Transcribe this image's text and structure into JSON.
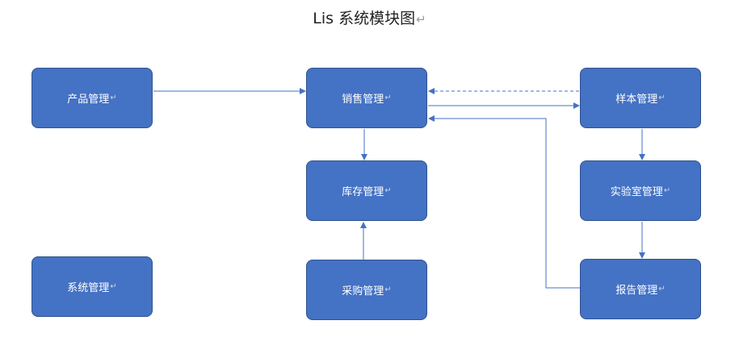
{
  "diagram": {
    "title": "Lis 系统模块图",
    "return_mark": "↵",
    "colors": {
      "node_fill": "#4472c4",
      "node_border": "#2f528f",
      "edge": "#4472c4",
      "node_text": "#ffffff"
    },
    "nodes": [
      {
        "id": "product",
        "label": "产品管理"
      },
      {
        "id": "sales",
        "label": "销售管理"
      },
      {
        "id": "sample",
        "label": "样本管理"
      },
      {
        "id": "stock",
        "label": "库存管理"
      },
      {
        "id": "lab",
        "label": "实验室管理"
      },
      {
        "id": "system",
        "label": "系统管理"
      },
      {
        "id": "purchase",
        "label": "采购管理"
      },
      {
        "id": "report",
        "label": "报告管理"
      }
    ],
    "edges": [
      {
        "from": "product",
        "to": "sales",
        "style": "solid"
      },
      {
        "from": "sample",
        "to": "sales",
        "style": "dashed"
      },
      {
        "from": "sales",
        "to": "sample",
        "style": "solid"
      },
      {
        "from": "sales",
        "to": "stock",
        "style": "solid"
      },
      {
        "from": "purchase",
        "to": "stock",
        "style": "solid"
      },
      {
        "from": "sample",
        "to": "lab",
        "style": "solid"
      },
      {
        "from": "lab",
        "to": "report",
        "style": "solid"
      },
      {
        "from": "report",
        "to": "sales",
        "style": "solid"
      }
    ]
  }
}
